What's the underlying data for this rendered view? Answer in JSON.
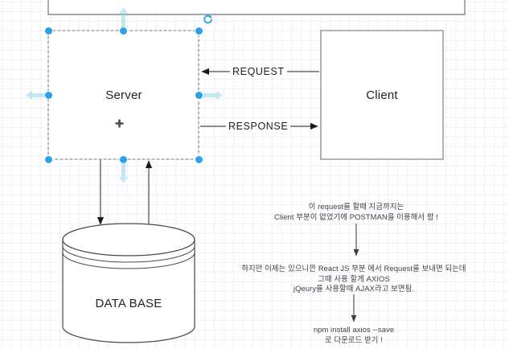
{
  "app": {
    "kind": "diagram-canvas",
    "background": "#ffffff",
    "grid_color": "#e3e8ef",
    "selection_color": "#2ba2e8",
    "stroke_color": "#6b6b6b",
    "text_color": "#232323"
  },
  "diagram": {
    "nodes": [
      {
        "id": "top-partial",
        "label": "",
        "shape": "rectangle-partial"
      },
      {
        "id": "server",
        "label": "Server",
        "shape": "rectangle",
        "selected": true
      },
      {
        "id": "client",
        "label": "Client",
        "shape": "rectangle",
        "selected": false
      },
      {
        "id": "database",
        "label": "DATA BASE",
        "shape": "cylinder",
        "selected": false
      }
    ],
    "edges": [
      {
        "id": "request",
        "label": "REQUEST",
        "from": "client",
        "to": "server",
        "direction": "left"
      },
      {
        "id": "response",
        "label": "RESPONSE",
        "from": "server",
        "to": "client",
        "direction": "right"
      },
      {
        "id": "server-to-db",
        "label": "",
        "from": "server",
        "to": "database",
        "direction": "down"
      },
      {
        "id": "db-to-server",
        "label": "",
        "from": "database",
        "to": "server",
        "direction": "up"
      },
      {
        "id": "note1-to-note2",
        "label": "",
        "direction": "down"
      },
      {
        "id": "note2-to-note3",
        "label": "",
        "direction": "down"
      }
    ],
    "selection": {
      "node": "server",
      "handles": [
        "nw",
        "n",
        "ne",
        "w",
        "e",
        "sw",
        "s",
        "se"
      ],
      "rotate_handle": "rotate-icon",
      "direction_arrows": [
        "north",
        "south",
        "west",
        "east"
      ],
      "center_marker": "plus-icon"
    }
  },
  "notes": {
    "postman": {
      "line1": "이 request를 할때 지금까지는",
      "line2": "Client 부분이 없었기에   POSTMAN을 이용해서 함 !"
    },
    "axios": {
      "line1": "하지만 이제는 있으니깐 React JS 부분 에서  Request를 보내면 되는데",
      "line2": "그때 사용 할게  AXIOS",
      "line3": "jQeury를 사용할때 AJAX라고 보면됨."
    },
    "install": {
      "line1": "npm install axios --save",
      "line2": "로  다운로드 받기 !"
    }
  }
}
